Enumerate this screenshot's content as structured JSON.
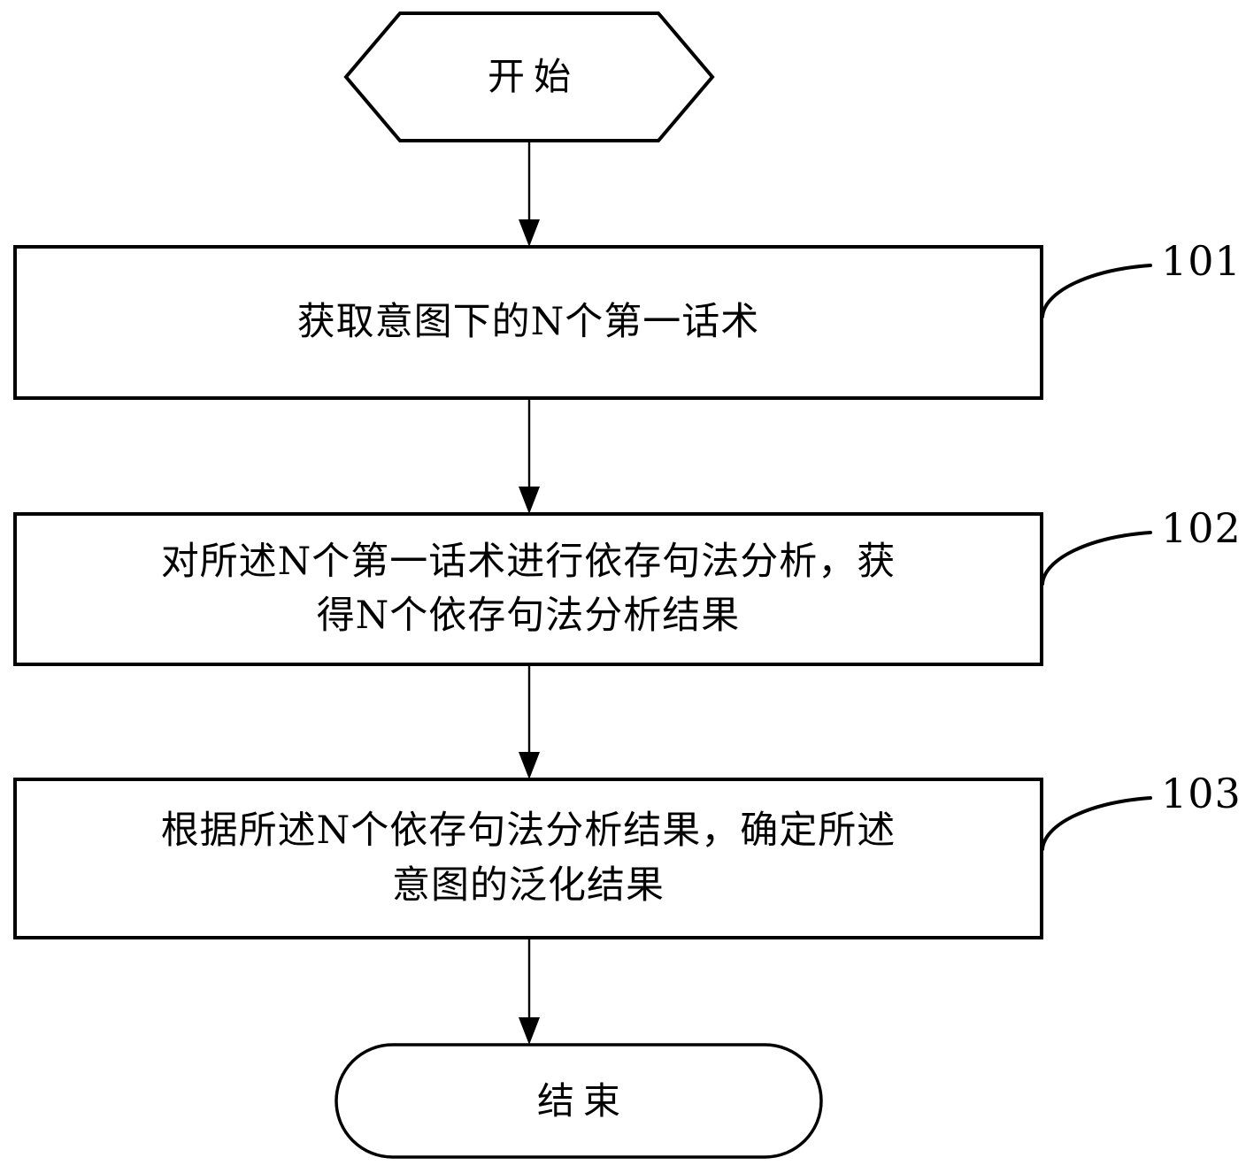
{
  "diagram": {
    "type": "flowchart",
    "orientation": "vertical",
    "background_color": "#ffffff",
    "line_color": "#000000",
    "nodes": [
      {
        "id": "start",
        "shape": "hexagon",
        "label": "开始",
        "role": "terminator-start"
      },
      {
        "id": "step-101",
        "shape": "rectangle",
        "label": "获取意图下的N个第一话术",
        "lines": [
          "获取意图下的N个第一话术"
        ],
        "ref": "101",
        "role": "process"
      },
      {
        "id": "step-102",
        "shape": "rectangle",
        "label": "对所述N个第一话术进行依存句法分析，获得N个依存句法分析结果",
        "lines": [
          "对所述N个第一话术进行依存句法分析，获",
          "得N个依存句法分析结果"
        ],
        "ref": "102",
        "role": "process"
      },
      {
        "id": "step-103",
        "shape": "rectangle",
        "label": "根据所述N个依存句法分析结果，确定所述意图的泛化结果",
        "lines": [
          "根据所述N个依存句法分析结果，确定所述",
          "意图的泛化结果"
        ],
        "ref": "103",
        "role": "process"
      },
      {
        "id": "end",
        "shape": "stadium",
        "label": "结束",
        "role": "terminator-end"
      }
    ],
    "reference_labels": [
      {
        "id": "ref-101",
        "text": "101",
        "points_to": "step-101"
      },
      {
        "id": "ref-102",
        "text": "102",
        "points_to": "step-102"
      },
      {
        "id": "ref-103",
        "text": "103",
        "points_to": "step-103"
      }
    ],
    "edges": [
      {
        "id": "edge-start-101",
        "from": "start",
        "to": "step-101",
        "arrow": "down"
      },
      {
        "id": "edge-101-102",
        "from": "step-101",
        "to": "step-102",
        "arrow": "down"
      },
      {
        "id": "edge-102-103",
        "from": "step-102",
        "to": "step-103",
        "arrow": "down"
      },
      {
        "id": "edge-103-end",
        "from": "step-103",
        "to": "end",
        "arrow": "down"
      }
    ]
  }
}
